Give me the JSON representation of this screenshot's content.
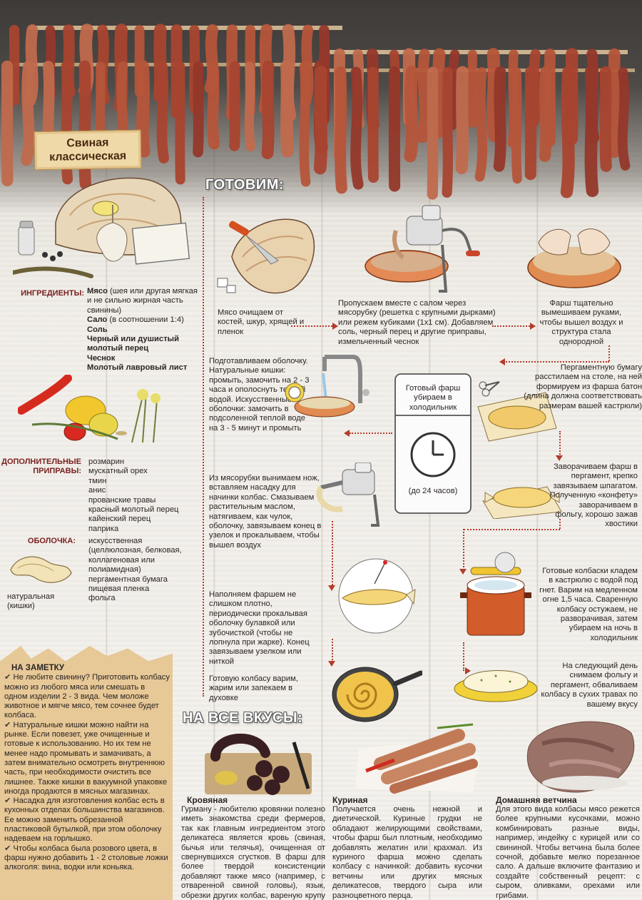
{
  "title": {
    "line1": "Свиная",
    "line2": "классическая"
  },
  "ingredients": {
    "label": "ИНГРЕДИЕНТЫ:",
    "items": [
      {
        "name": "Мясо",
        "detail": " (шея или другая мягкая и не сильно жирная часть свинины)"
      },
      {
        "name": "Сало",
        "detail": " (в соотношении 1:4)"
      },
      {
        "name": "Соль",
        "detail": ""
      },
      {
        "name": "Черный или душистый молотый перец",
        "detail": ""
      },
      {
        "name": "Чеснок",
        "detail": ""
      },
      {
        "name": "Молотый лавровый лист",
        "detail": ""
      }
    ]
  },
  "spices": {
    "label_line1": "ДОПОЛНИТЕЛЬНЫЕ",
    "label_line2": "ПРИПРАВЫ:",
    "items": [
      "розмарин",
      "мускатный орех",
      "тмин",
      "анис",
      "прованские травы",
      "красный молотый перец",
      "кайенский перец",
      "паприка"
    ]
  },
  "casing": {
    "label": "ОБОЛОЧКА:",
    "items": [
      "искусственная",
      "(целлюлозная, белковая,",
      "коллагеновая или",
      "полиамидная)",
      "пергаментная бумага",
      "пищевая пленка",
      "фольга"
    ],
    "natural_line1": "натуральная",
    "natural_line2": "(кишки)"
  },
  "cooking_head": "ГОТОВИМ:",
  "steps": {
    "s1": "Мясо очищаем от костей, шкур, хрящей и пленок",
    "s2": "Пропускаем вместе с салом через мясорубку (решетка с крупными дырками) или режем кубиками (1х1 см). Добавляем соль, черный перец и другие приправы, измельченный чеснок",
    "s3": "Фарш тщательно вымешиваем руками, чтобы вышел воздух и структура стала однородной",
    "s4": "Подготавливаем оболочку. Натуральные кишки: промыть, замочить на 2 - 3 часа и ополоснуть теплой водой. Искусственные оболочки: замочить в подсоленной теплой воде на 3 - 5 минут и промыть",
    "fridge_top": "Готовый фарш убираем в холодильник",
    "fridge_bottom": "(до 24 часов)",
    "s5": "Пергаментную бумагу расстилаем на столе, на ней формируем из фарша батон (длина должна соответствовать размерам вашей кастрюли)",
    "s6": "Из мясорубки вынимаем нож, вставляем насадку для начинки колбас. Смазываем растительным маслом, натягиваем, как чулок, оболочку, завязываем конец в узелок и прокалываем, чтобы вышел воздух",
    "s7": "Заворачиваем фарш в пергамент, крепко завязываем шпагатом. Полученную «конфету» заворачиваем в фольгу, хорошо зажав хвостики",
    "s8": "Наполняем фаршем не слишком плотно, периодически прокалывая оболочку булавкой или зубочисткой (чтобы не лопнула при жарке). Конец завязываем узелком или ниткой",
    "s9": "Готовые колбаски кладем в кастрюлю с водой под гнет. Варим на медленном огне 1,5 часа. Сваренную колбасу остужаем, не разворачивая, затем убираем на ночь в холодильник",
    "s10": "Готовую колбасу варим, жарим или запекаем в духовке",
    "s11": "На следующий день снимаем фольгу и пергамент, обваливаем колбасу в сухих травах по вашему вкусу"
  },
  "all_tastes_head": "НА ВСЕ ВКУСЫ:",
  "variants": [
    {
      "title": "Кровяная",
      "text": "Гурману - любителю кровянки полезно иметь знакомства среди фермеров, так как главным ингредиентом этого деликатеса является кровь (свиная, бычья или телячья), очищенная от свернувшихся сгустков. В фарш для более твердой консистенции добавляют также мясо (например, с отваренной свиной головы), язык, обрезки других колбас, вареную крупу - в общем, что душе повара угодно!"
    },
    {
      "title": "Куриная",
      "text": "Получается очень нежной и диетической. Куриные грудки не обладают желирующими свойствами, чтобы фарш был плотным, необходимо добавлять желатин или крахмал. Из куриного фарша можно сделать колбасу с начинкой: добавить кусочки ветчины или других мясных деликатесов, твердого сыра или разноцветного перца."
    },
    {
      "title": "Домашняя ветчина",
      "text": "Для этого вида колбасы мясо режется более крупными кусочками, можно комбинировать разные виды, например, индейку с курицей или со свининой. Чтобы ветчина была более сочной, добавьте мелко порезанное сало. А дальше включите фантазию и создайте собственный рецепт: с сыром, оливками, орехами или грибами."
    }
  ],
  "note": {
    "head": "НА ЗАМЕТКУ",
    "items": [
      "Не любите свинину? Приготовить колбасу можно из любого мяса или смешать в одном изделии 2 - 3 вида. Чем моложе животное и мягче мясо, тем сочнее будет колбаса.",
      "Натуральные кишки можно найти на рынке. Если повезет, уже очищенные и готовые к использованию. Но их тем не менее надо промывать и замачивать, а затем внимательно осмотреть внутреннюю часть, при необходимости очистить все лишнее. Также кишки в вакуумной упаковке иногда продаются в мясных магазинах.",
      "Насадка для изготовления колбас есть в кухонных отделах большинства магазинов. Ее можно заменить обрезанной пластиковой бутылкой, при этом оболочку надеваем на горлышко.",
      "Чтобы колбаса была розового цвета, в фарш нужно добавить 1 - 2 столовые ложки алкоголя: вина, водки или коньяка."
    ]
  }
}
